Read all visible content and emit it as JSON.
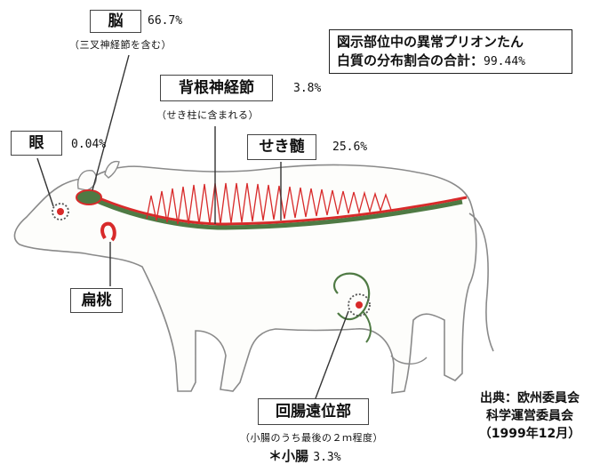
{
  "summary": {
    "line1": "図示部位中の異常プリオンたん",
    "line2": "白質の分布割合の合計：",
    "total": "99.44%"
  },
  "parts": {
    "brain": {
      "label": "脳",
      "percent": "66.7%",
      "note": "（三叉神経節を含む）"
    },
    "drg": {
      "label": "背根神経節",
      "percent": "3.8%",
      "note": "（せき柱に含まれる）"
    },
    "eye": {
      "label": "眼",
      "percent": "0.04%"
    },
    "spinal_cord": {
      "label": "せき髄",
      "percent": "25.6%"
    },
    "tonsil": {
      "label": "扁桃"
    },
    "ileum": {
      "label": "回腸遠位部",
      "note": "（小腸のうち最後の２ｍ程度）"
    },
    "small_intestine": {
      "prefix": "＊小腸",
      "percent": "3.3%"
    }
  },
  "source": {
    "line1": "出典：欧州委員会",
    "line2": "科学運営委員会",
    "line3": "（1999年12月）"
  },
  "colors": {
    "cow_outline": "#8a8a8a",
    "highlight_red": "#d82a2a",
    "tissue_green": "#4f7a44",
    "label_border": "#444444"
  }
}
